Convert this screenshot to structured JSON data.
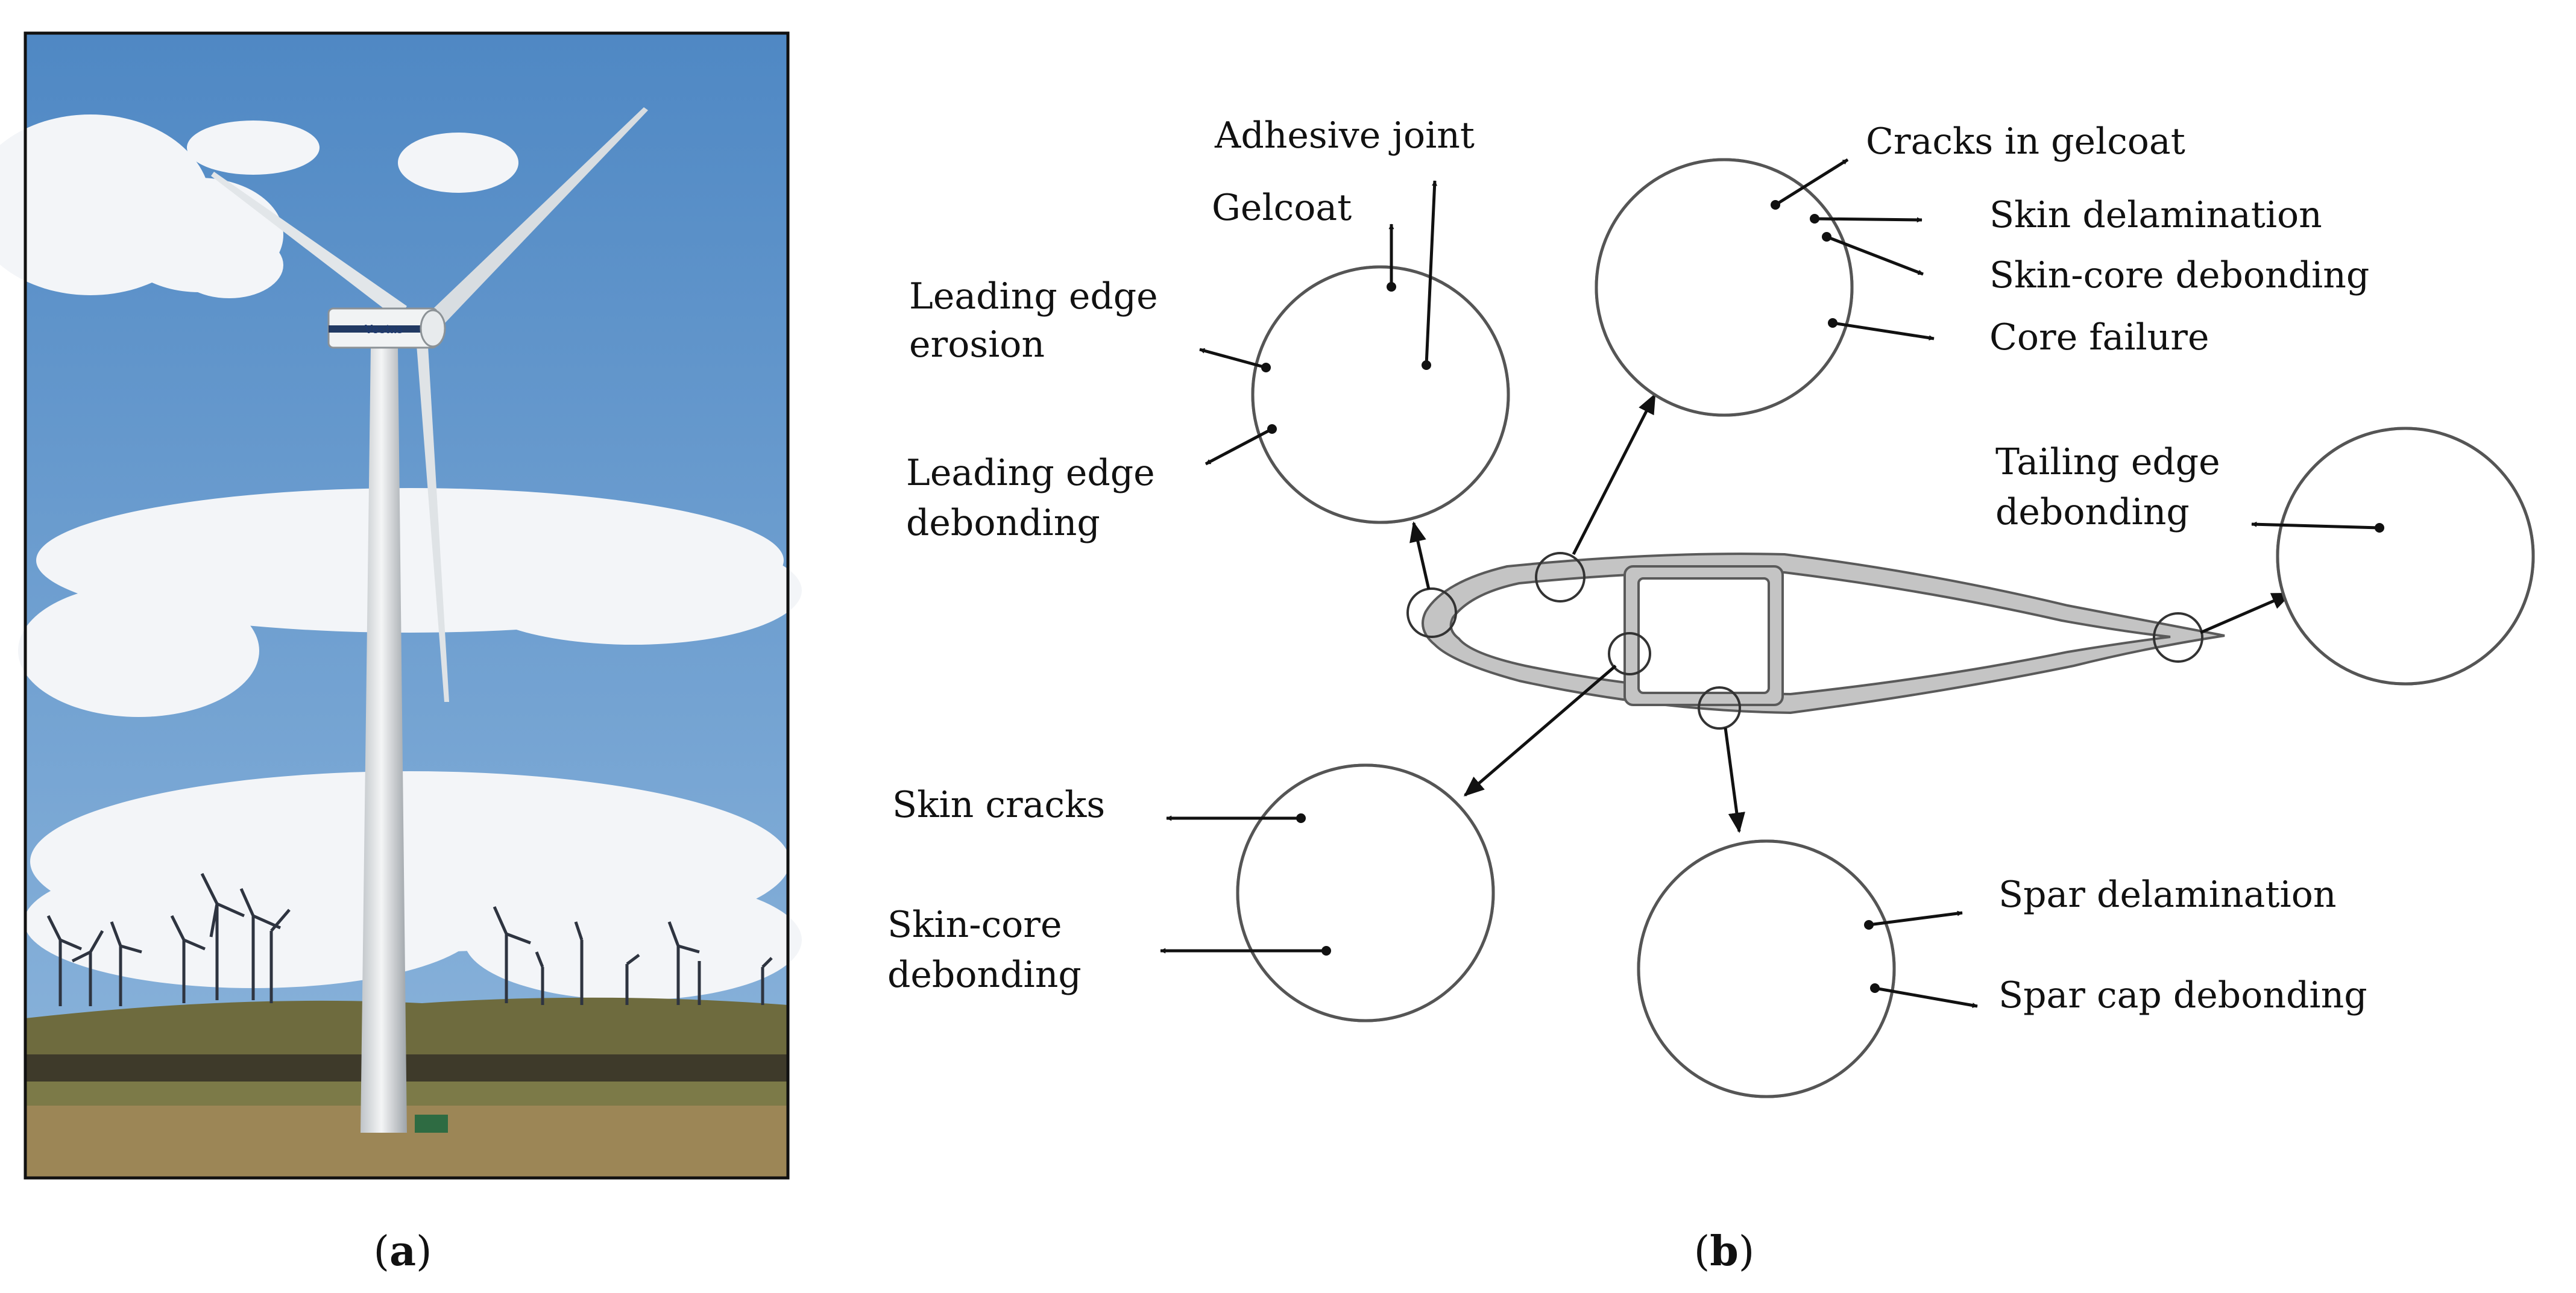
{
  "panel_a": {
    "caption_open": "(",
    "caption_letter": "a",
    "caption_close": ")",
    "nacelle_logo": "Vestas",
    "colors": {
      "sky": "#5d93c9",
      "cloud": "#f3f5f8",
      "grass": "#6d6a3c",
      "tower": "#dfe2e4"
    }
  },
  "panel_b": {
    "caption_open": "(",
    "caption_letter": "b",
    "caption_close": ")",
    "labels": {
      "adhesive_joint": "Adhesive joint",
      "gelcoat": "Gelcoat",
      "leading_edge_erosion_1": "Leading edge",
      "leading_edge_erosion_2": "erosion",
      "leading_edge_debonding_1": "Leading edge",
      "leading_edge_debonding_2": "debonding",
      "cracks_in_gelcoat": "Cracks in gelcoat",
      "skin_delamination": "Skin delamination",
      "skin_core_debonding_top": "Skin-core debonding",
      "core_failure": "Core failure",
      "tailing_edge_debonding_1": "Tailing edge",
      "tailing_edge_debonding_2": "debonding",
      "skin_cracks": "Skin cracks",
      "skin_core_debonding_left_1": "Skin-core",
      "skin_core_debonding_left_2": "debonding",
      "spar_delamination": "Spar delamination",
      "spar_cap_debonding": "Spar cap debonding"
    }
  }
}
